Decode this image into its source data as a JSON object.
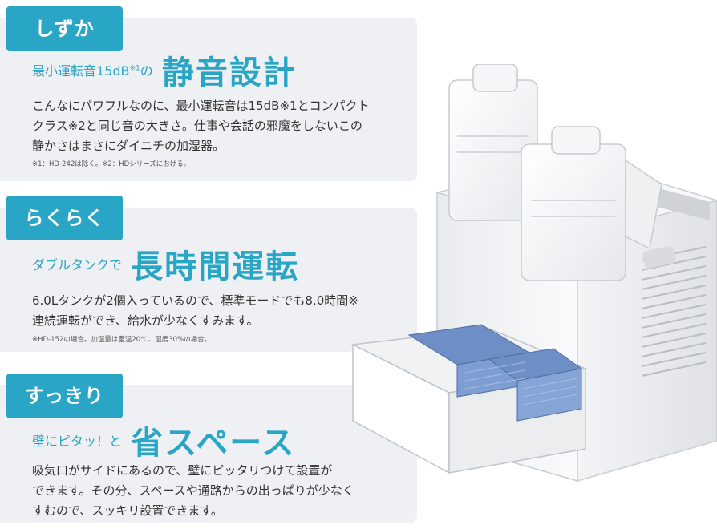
{
  "sections": [
    {
      "tag": "しずか",
      "lead": "最小運転音15dB",
      "lead_mark": "※1",
      "lead_suffix": "の",
      "title": "静音設計",
      "body_line1": "こんなにパワフルなのに、最小運転音は15dB※1とコンパクト",
      "body_line2": "クラス※2と同じ音の大きさ。仕事や会話の邪魔をしないこの",
      "body_line3": "静かさはまさにダイニチの加湿器。",
      "note": "※1：HD-242は除く。※2：HDシリーズにおける。"
    },
    {
      "tag": "らくらく",
      "lead": "ダブルタンクで",
      "title": "長時間運転",
      "body_line1": "6.0Lタンクが2個入っているので、標準モードでも8.0時間※",
      "body_line2": "連続運転ができ、給水が少なくすみます。",
      "note": "※HD-152の場合。加湿量は室温20℃、湿度30%の場合。"
    },
    {
      "tag": "すっきり",
      "lead": "壁にピタッ！と",
      "title": "省スペース",
      "body_line1": "吸気口がサイドにあるので、壁にピッタリつけて設置が",
      "body_line2": "できます。その分、スペースや通路からの出っぱりが少なく",
      "body_line3": "すむので、スッキリ設置できます。"
    }
  ],
  "colors": {
    "accent": "#29a6c6",
    "panel": "#eef0f3",
    "text": "#333333",
    "filter": "#6d8fc5"
  }
}
